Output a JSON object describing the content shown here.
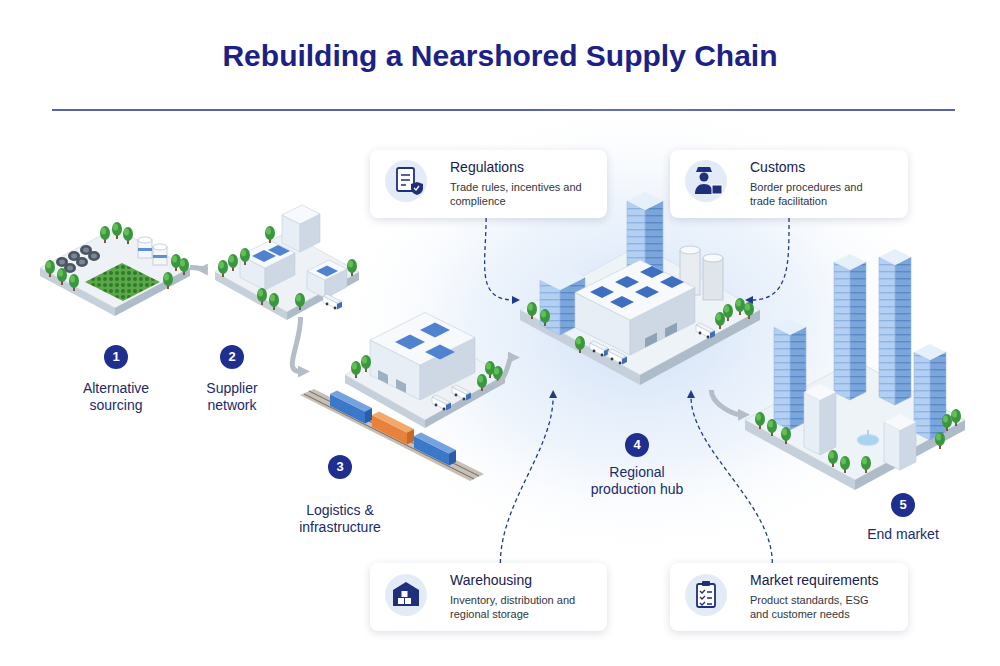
{
  "diagram": {
    "title": "Rebuilding a Nearshored Supply Chain",
    "nodes": [
      {
        "text": [
          "Regulations",
          "Trade rules, incentives and complience"
        ]
      },
      {
        "text": [
          "Customs",
          "Border procedures and trade facilitation"
        ]
      },
      {
        "text": [
          "1",
          "Alternative sourcing"
        ]
      },
      {
        "text": [
          "2",
          "Supplier network"
        ]
      },
      {
        "text": [
          "3",
          "Logistics & infrastructure"
        ]
      },
      {
        "text": [
          "4",
          "Regional production hub"
        ]
      },
      {
        "text": [
          "5",
          "End market"
        ]
      },
      {
        "text": [
          "Warehousing",
          "Inventory, distribution and regional storage"
        ]
      },
      {
        "text": [
          "Market requirements",
          "Product standards, ESG and customer needs"
        ]
      }
    ],
    "edges": [
      {
        "from": 2,
        "to": 3,
        "arrow": "to"
      },
      {
        "from": 3,
        "to": 4,
        "arrow": "to"
      },
      {
        "from": 4,
        "to": 5,
        "arrow": "to"
      },
      {
        "from": 5,
        "to": 6,
        "arrow": "to"
      },
      {
        "from": 0,
        "to": 5,
        "arrow": "to"
      },
      {
        "from": 1,
        "to": 5,
        "arrow": "to"
      },
      {
        "from": 7,
        "to": 5,
        "arrow": "to"
      },
      {
        "from": 8,
        "to": 5,
        "arrow": "to"
      }
    ]
  }
}
